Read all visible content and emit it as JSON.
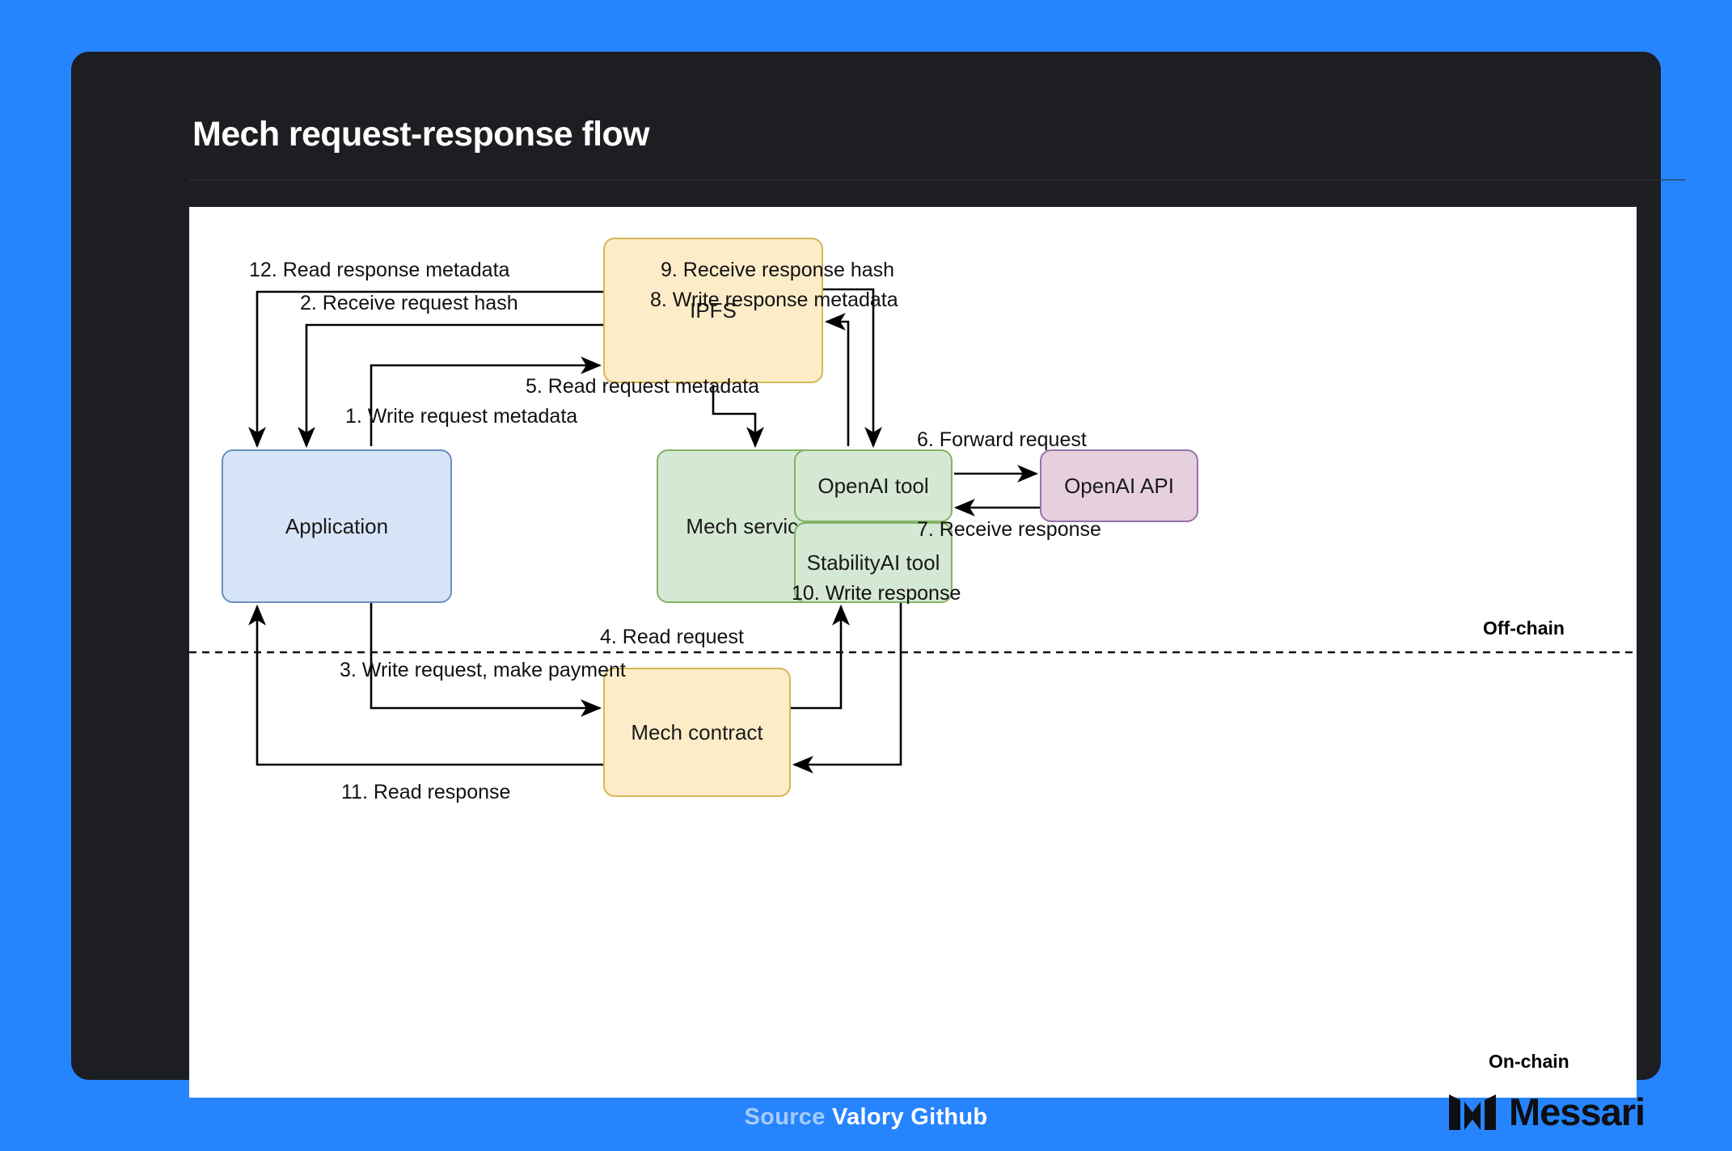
{
  "card": {
    "title": "Mech request-response flow"
  },
  "nodes": {
    "ipfs": "IPFS",
    "application": "Application",
    "mech_service": "Mech service",
    "openai_tool": "OpenAI tool",
    "stabilityai_tool": "StabilityAI tool",
    "openai_api": "OpenAI API",
    "mech_contract": "Mech contract"
  },
  "edges": [
    {
      "id": "e1",
      "label": "1. Write request metadata"
    },
    {
      "id": "e2",
      "label": "2. Receive request hash"
    },
    {
      "id": "e3",
      "label": "3. Write request, make payment"
    },
    {
      "id": "e4",
      "label": "4. Read request"
    },
    {
      "id": "e5",
      "label": "5. Read request metadata"
    },
    {
      "id": "e6",
      "label": "6. Forward request"
    },
    {
      "id": "e7",
      "label": "7. Receive response"
    },
    {
      "id": "e8",
      "label": "8. Write response metadata"
    },
    {
      "id": "e9",
      "label": "9. Receive response hash"
    },
    {
      "id": "e10",
      "label": "10. Write response"
    },
    {
      "id": "e11",
      "label": "11. Read response"
    },
    {
      "id": "e12",
      "label": "12. Read response metadata"
    }
  ],
  "zones": {
    "offchain": "Off-chain",
    "onchain": "On-chain"
  },
  "footer": {
    "source_prefix": "Source",
    "source_name": "Valory Github",
    "brand": "Messari"
  },
  "colors": {
    "page_background": "#2684ff",
    "card_background": "#1d1e22",
    "canvas": "#ffffff",
    "node_yellow_fill": "#fdecc8",
    "node_yellow_stroke": "#d6b656",
    "node_blue_fill": "#d6e4f7",
    "node_blue_stroke": "#6c8ebf",
    "node_green_fill": "#d5e8d4",
    "node_green_stroke": "#82b366",
    "node_purple_fill": "#e6d0de",
    "node_purple_stroke": "#9673a6",
    "connector": "#000000"
  }
}
